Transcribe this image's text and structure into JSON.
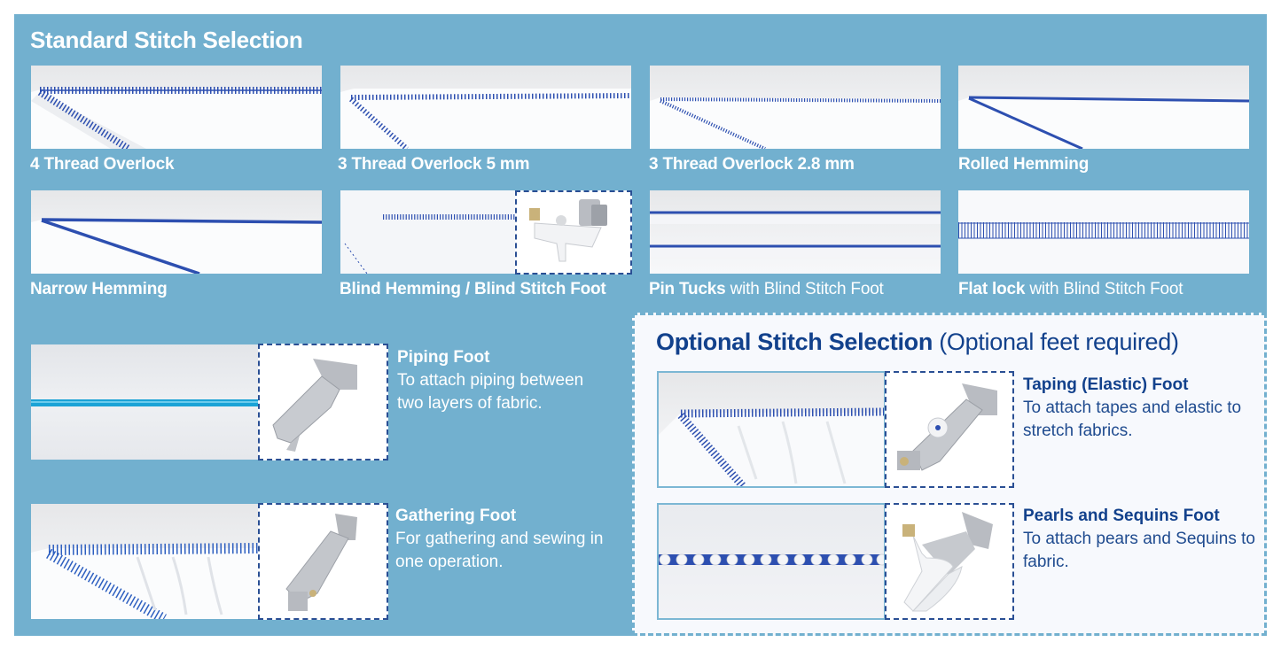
{
  "standard": {
    "title": "Standard Stitch Selection",
    "stitches": [
      {
        "label": "4 Thread Overlock",
        "bold": "4 Thread Overlock",
        "rest": ""
      },
      {
        "label": "3 Thread Overlock 5 mm",
        "bold": "3 Thread Overlock 5 mm",
        "rest": ""
      },
      {
        "label": "3 Thread Overlock 2.8 mm",
        "bold": "3 Thread Overlock 2.8 mm",
        "rest": ""
      },
      {
        "label": "Rolled Hemming",
        "bold": "Rolled Hemming",
        "rest": ""
      },
      {
        "label": "Narrow Hemming",
        "bold": "Narrow Hemming",
        "rest": ""
      },
      {
        "label": "Blind Hemming / Blind Stitch Foot",
        "bold": "Blind Hemming / Blind Stitch Foot",
        "rest": ""
      },
      {
        "label": "Pin Tucks with Blind Stitch Foot",
        "bold": "Pin Tucks",
        "rest": " with Blind Stitch Foot"
      },
      {
        "label": "Flat lock with Blind Stitch Foot",
        "bold": "Flat lock",
        "rest": " with Blind Stitch Foot"
      }
    ],
    "feet": [
      {
        "name": "Piping Foot",
        "description": "To attach piping between two layers of fabric."
      },
      {
        "name": "Gathering Foot",
        "description": "For gathering and sewing in one operation."
      }
    ]
  },
  "optional": {
    "title_bold": "Optional Stitch Selection",
    "title_note": " (Optional feet required)",
    "feet": [
      {
        "name": "Taping (Elastic) Foot",
        "description": "To attach tapes and elastic to stretch fabrics."
      },
      {
        "name": "Pearls and Sequins Foot",
        "description": "To attach pears and Sequins to fabric."
      }
    ]
  },
  "colors": {
    "panel_bg": "#72b0cf",
    "optional_bg": "#f7f9fd",
    "optional_title": "#12418c",
    "thread_blue": "#2d4fb0",
    "piping_cyan": "#1aa3d6",
    "inset_border": "#2a4f94"
  }
}
